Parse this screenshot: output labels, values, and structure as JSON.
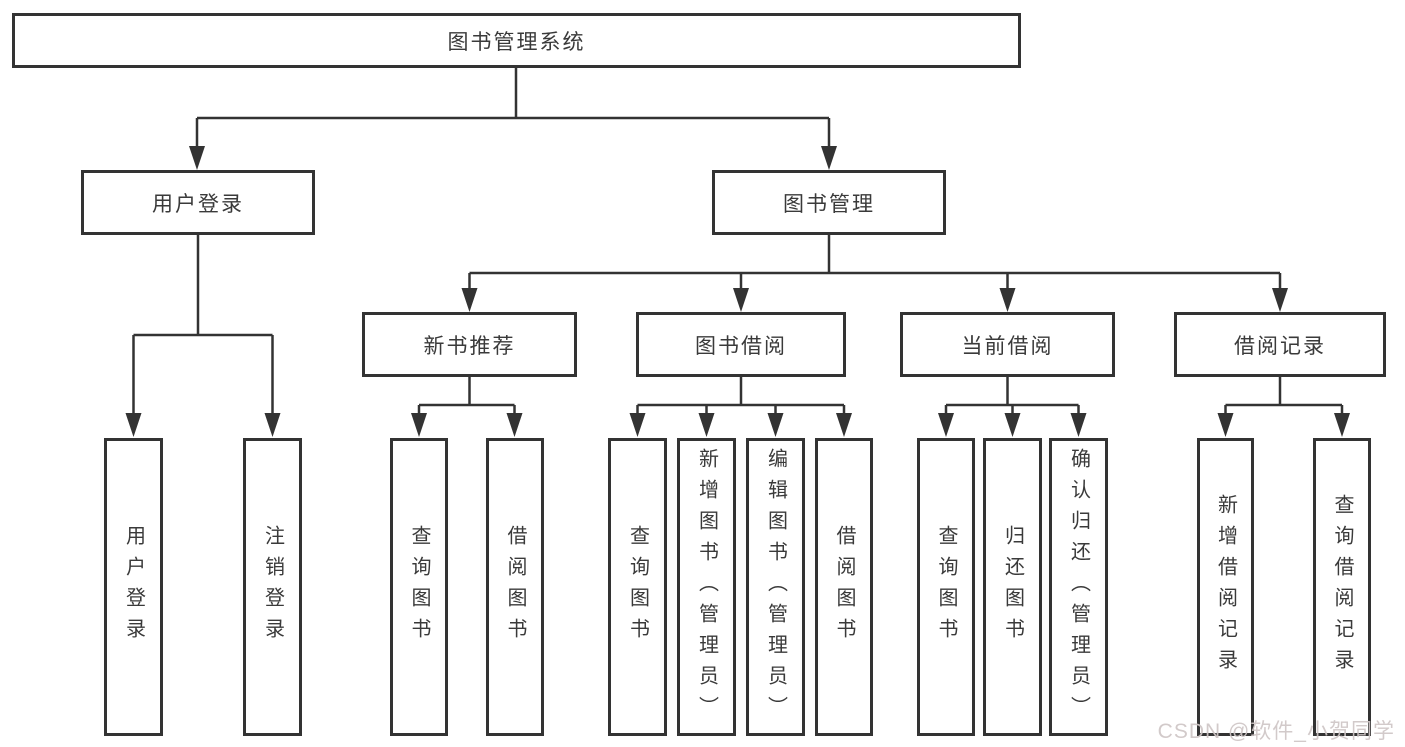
{
  "diagram": {
    "root": {
      "label": "图书管理系统"
    },
    "children": [
      {
        "label": "用户登录",
        "children": [
          {
            "label": "用户登录"
          },
          {
            "label": "注销登录"
          }
        ]
      },
      {
        "label": "图书管理",
        "children": [
          {
            "label": "新书推荐",
            "children": [
              {
                "label": "查询图书"
              },
              {
                "label": "借阅图书"
              }
            ]
          },
          {
            "label": "图书借阅",
            "children": [
              {
                "label": "查询图书"
              },
              {
                "label": "新增图书（管理员）"
              },
              {
                "label": "编辑图书（管理员）"
              },
              {
                "label": "借阅图书"
              }
            ]
          },
          {
            "label": "当前借阅",
            "children": [
              {
                "label": "查询图书"
              },
              {
                "label": "归还图书"
              },
              {
                "label": "确认归还（管理员）"
              }
            ]
          },
          {
            "label": "借阅记录",
            "children": [
              {
                "label": "新增借阅记录"
              },
              {
                "label": "查询借阅记录"
              }
            ]
          }
        ]
      }
    ]
  },
  "watermark": {
    "text": "CSDN @软件_小贺同学"
  },
  "colors": {
    "line": "#333333",
    "box_border": "#333333",
    "box_fill": "#ffffff",
    "text": "#3a3a3a",
    "background": "#ffffff",
    "watermark": "#cfc6c6"
  }
}
